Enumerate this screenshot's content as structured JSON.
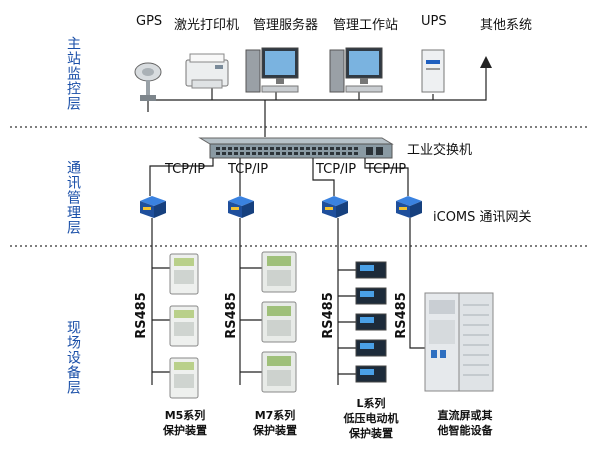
{
  "layers": {
    "station": "主站监控层",
    "comm": "通讯管理层",
    "field": "现场设备层"
  },
  "top_devices": {
    "gps": "GPS",
    "printer": "激光打印机",
    "server": "管理服务器",
    "workstation": "管理工作站",
    "ups": "UPS",
    "other": "其他系统"
  },
  "switch_label": "工业交换机",
  "gateway_label": "iCOMS 通讯网关",
  "protocols": {
    "tcp1": "TCP/IP",
    "tcp2": "TCP/IP",
    "tcp3": "TCP/IP",
    "tcp4": "TCP/IP",
    "rs1": "RS485",
    "rs2": "RS485",
    "rs3": "RS485",
    "rs4": "RS485"
  },
  "field_groups": {
    "m5": {
      "line1": "M5系列",
      "line2": "保护装置"
    },
    "m7": {
      "line1": "M7系列",
      "line2": "保护装置"
    },
    "l": {
      "line1": "L系列",
      "line2": "低压电动机",
      "line3": "保护装置"
    },
    "dc": {
      "line1": "直流屏或其",
      "line2": "他智能设备"
    }
  },
  "colors": {
    "layer_text": "#1a4fa8",
    "line": "#222222",
    "dash": "#333333",
    "gateway_blue": "#1f5fbf",
    "switch_body": "#8a9aa3"
  }
}
